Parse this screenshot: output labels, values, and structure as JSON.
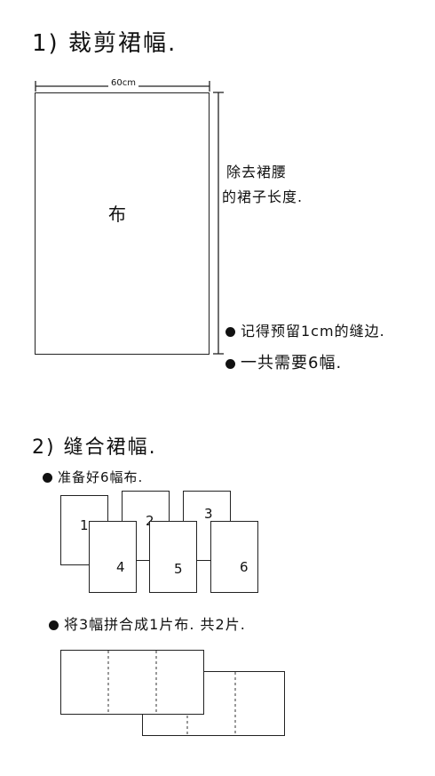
{
  "step1": {
    "title": "1) 裁剪裙幅.",
    "width_label": "60cm",
    "fabric_label": "布",
    "side_label_line1": "除去裙腰",
    "side_label_line2": "的裙子长度.",
    "note1": "记得预留1cm的缝边.",
    "note2": "一共需要6幅."
  },
  "step2": {
    "title": "2) 缝合裙幅.",
    "note1": "准备好6幅布.",
    "panels": [
      "1",
      "2",
      "3",
      "4",
      "5",
      "6"
    ],
    "note2": "将3幅拼合成1片布. 共2片."
  }
}
